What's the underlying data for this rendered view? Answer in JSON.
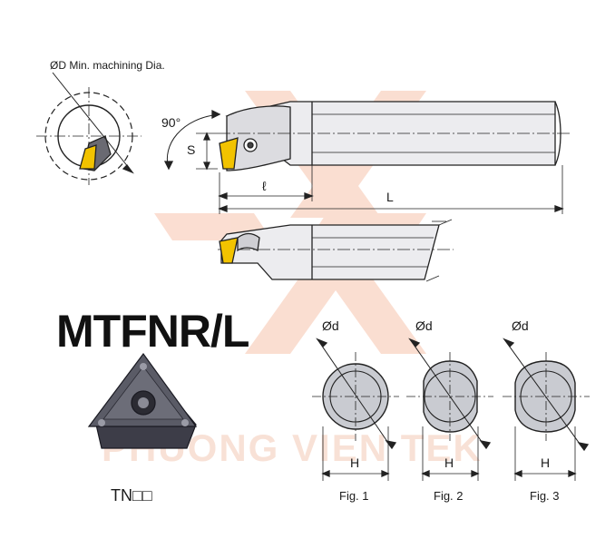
{
  "title": "MTFNR/L",
  "labels": {
    "min_dia": "ØD Min. machining Dia.",
    "angle": "90°",
    "s": "S",
    "l_small": "ℓ",
    "l_big": "L",
    "insert": "TN□□",
    "phi_d": "Ød",
    "h": "H",
    "fig1": "Fig. 1",
    "fig2": "Fig. 2",
    "fig3": "Fig. 3"
  },
  "watermark": {
    "text": "PHUONG VIEN TEK",
    "color": "#f3c9b6"
  },
  "colors": {
    "line": "#222222",
    "bar_fill": "#e9e9ec",
    "bar_shade": "#c9c9ce",
    "insert_yellow": "#f2c300",
    "section_fill": "#c9cbd1",
    "insert_dark": "#3d3d48"
  }
}
